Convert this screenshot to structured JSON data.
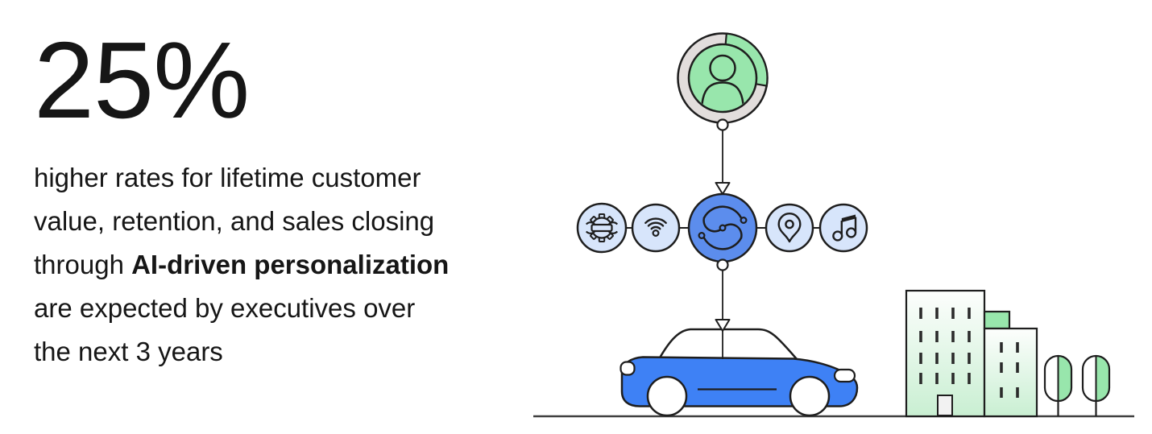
{
  "stat": {
    "value": "25%",
    "description": {
      "line1": "higher rates for lifetime customer",
      "line2": "value, retention, and sales closing",
      "line3_prefix": "through ",
      "line3_bold": "AI-driven personalization",
      "line4": "are expected by executives over",
      "line5": "the next 3 years"
    }
  },
  "illustration": {
    "description": "person profile connected by arrows through an AI personalization hub to a connected car, with city buildings and trees",
    "icons": [
      "user-avatar-icon",
      "gear-wrench-icon",
      "wifi-icon",
      "sync-icon",
      "location-pin-icon",
      "music-note-icon",
      "car-icon",
      "building-icon",
      "tree-icon"
    ]
  },
  "colors": {
    "text": "#161616",
    "outline": "#1e1e1e",
    "green": "#98e6ac",
    "ring-gray": "#e2dddc",
    "light-blue": "#d7e5fb",
    "mid-blue": "#5c8ded",
    "car-blue": "#3e81f5",
    "bldg-green": "#c9efd2",
    "window": "#2b2b2b",
    "ground": "#3f3f3f",
    "door": "#f2f2f2"
  }
}
